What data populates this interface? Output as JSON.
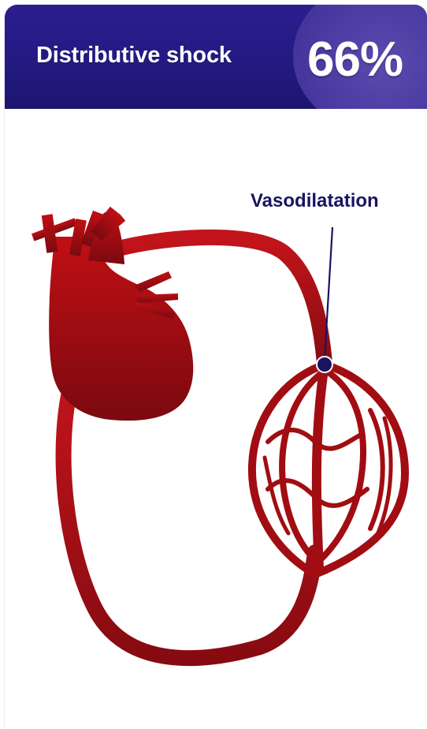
{
  "header": {
    "title": "Distributive shock",
    "percentage": "66%"
  },
  "diagram": {
    "annotation": "Vasodilatation",
    "vessel_color": "#a10d12",
    "header_color": "#261b86",
    "label_color": "#1a1460"
  }
}
